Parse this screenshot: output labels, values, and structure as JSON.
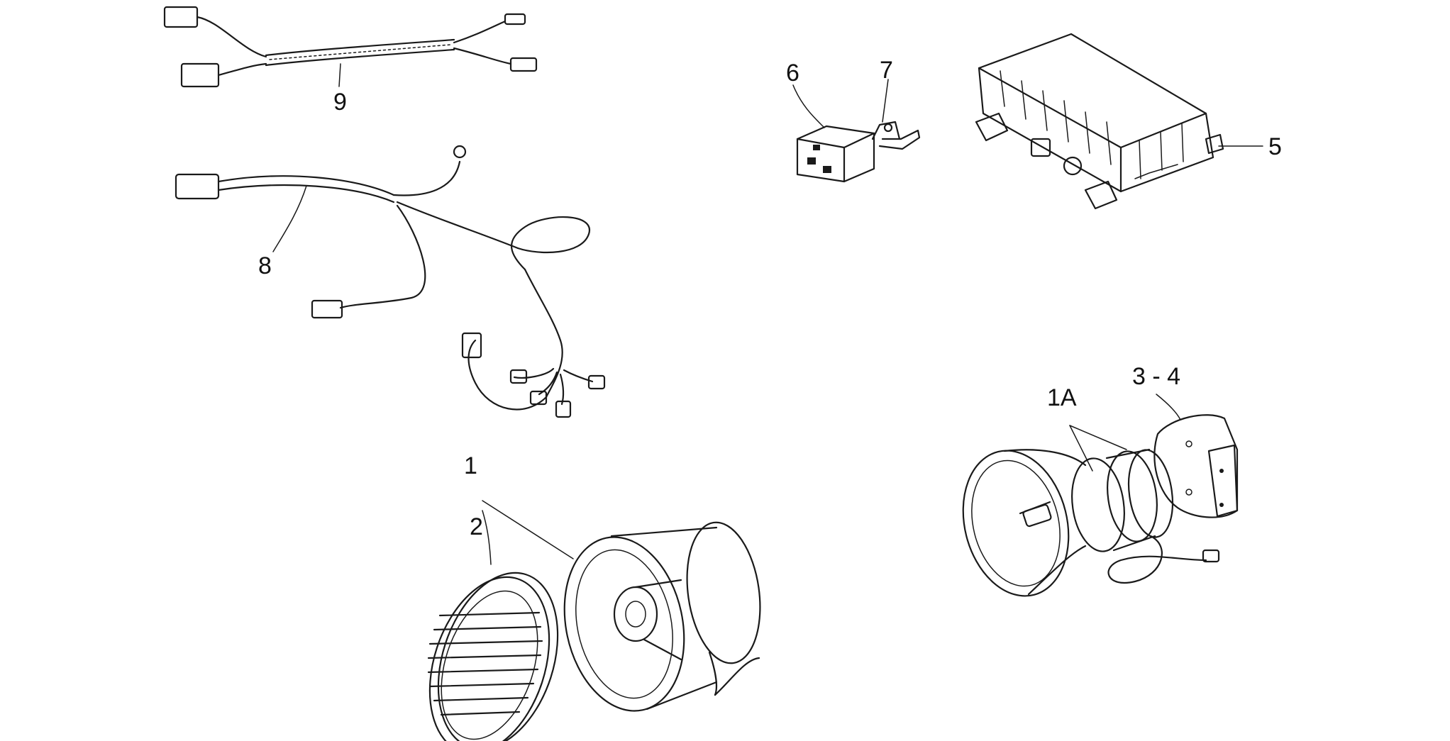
{
  "callouts": {
    "c1": "1",
    "c1a": "1A",
    "c2": "2",
    "c34": "3 - 4",
    "c5": "5",
    "c6": "6",
    "c7": "7",
    "c8": "8",
    "c9": "9"
  }
}
